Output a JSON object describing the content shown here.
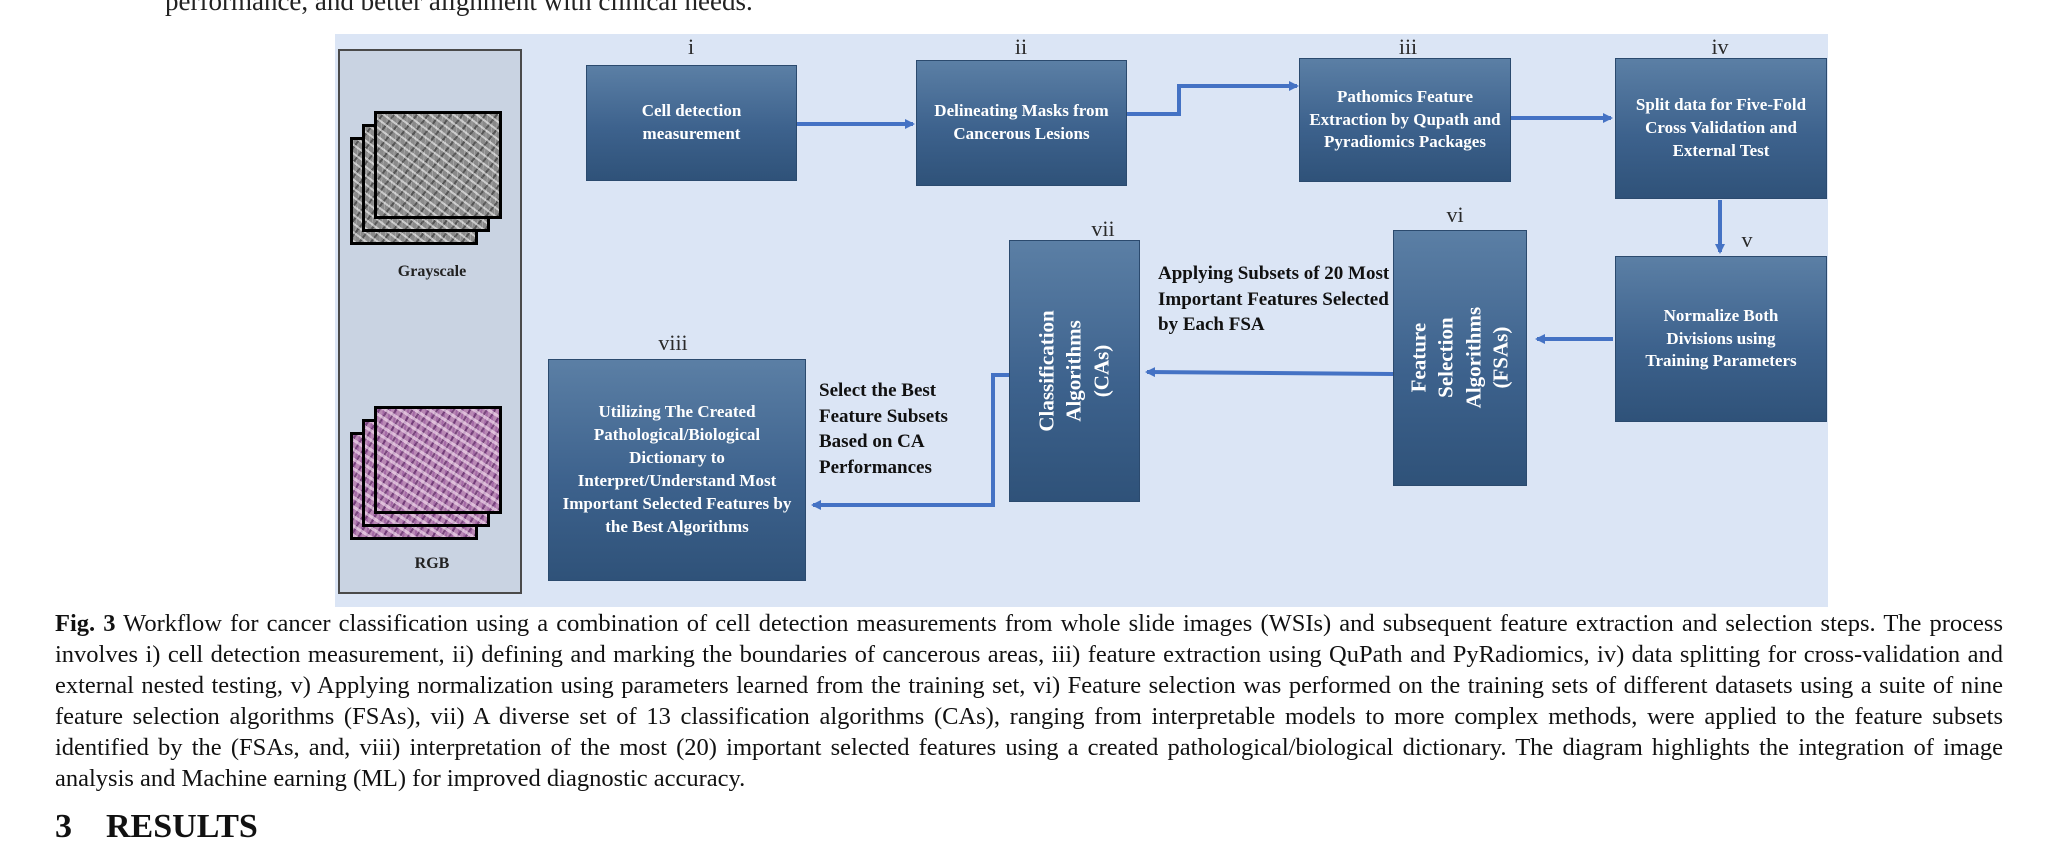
{
  "previous_text": "performance, and better alignment with clinical needs.",
  "figure": {
    "images": {
      "grayscale_label": "Grayscale",
      "rgb_label": "RGB"
    },
    "steps": [
      {
        "num": "i",
        "label": "Cell detection measurement"
      },
      {
        "num": "ii",
        "label": "Delineating Masks from Cancerous Lesions"
      },
      {
        "num": "iii",
        "label": "Pathomics Feature Extraction by Qupath and Pyradiomics Packages"
      },
      {
        "num": "iv",
        "label": "Split data for Five-Fold Cross Validation and External Test"
      },
      {
        "num": "v",
        "label": "Normalize Both Divisions using Training Parameters"
      },
      {
        "num": "vi",
        "label": "Feature Selection Algorithms (FSAs)"
      },
      {
        "num": "vii",
        "label": "Classification Algorithms (CAs)"
      },
      {
        "num": "viii",
        "label": "Utilizing The Created Pathological/Biological Dictionary to Interpret/Understand Most Important Selected Features by the Best Algorithms"
      }
    ],
    "annotations": {
      "fsa_to_ca": "Applying Subsets of 20 Most Important Features Selected by Each FSA",
      "ca_to_dict": "Select the Best Feature Subsets Based on CA Performances"
    },
    "colors": {
      "background": "#dbe5f5",
      "box": "#3d628d",
      "arrow": "#4472c4"
    }
  },
  "caption": {
    "label": "Fig. 3",
    "text": "Workflow for cancer classification using a combination of cell detection measurements from whole slide images (WSIs) and subsequent feature extraction and selection steps. The process involves i) cell detection measurement, ii) defining and marking the boundaries of cancerous areas, iii) feature extraction using QuPath and PyRadiomics, iv) data splitting for cross-validation and external nested testing, v) Applying normalization using parameters learned from the training set, vi) Feature selection was performed on the training sets of different datasets using a suite of nine feature selection algorithms (FSAs), vii) A diverse set of 13 classification algorithms (CAs), ranging from interpretable models to more complex methods, were applied to the feature subsets identified by the (FSAs, and, viii) interpretation of the most (20) important selected features using a created pathological/biological dictionary. The diagram highlights the integration of image analysis and Machine earning (ML) for improved diagnostic accuracy."
  },
  "next_section": "3    RESULTS"
}
